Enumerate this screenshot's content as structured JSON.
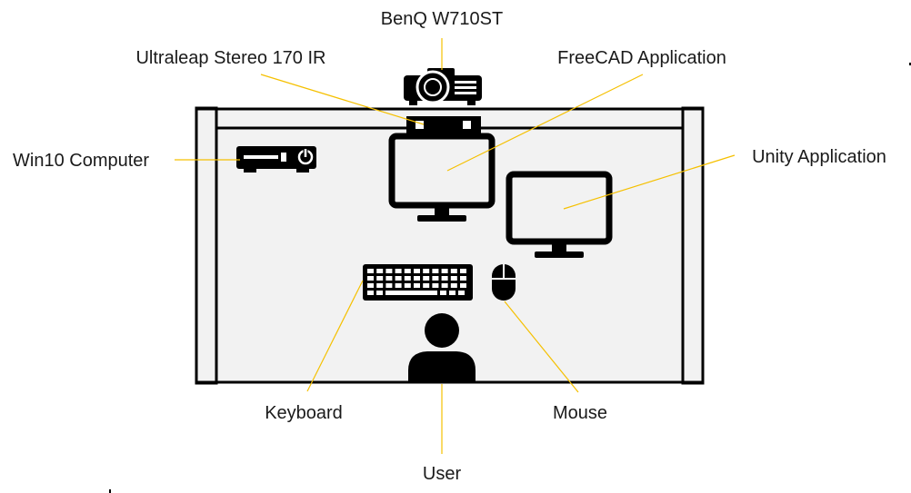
{
  "labels": {
    "projector": "BenQ W710ST",
    "sensor": "Ultraleap Stereo 170 IR",
    "freecad": "FreeCAD Application",
    "computer": "Win10 Computer",
    "unity": "Unity Application",
    "keyboard": "Keyboard",
    "mouse": "Mouse",
    "user": "User"
  },
  "colors": {
    "leader_line": "#f5c000",
    "icon": "#000000",
    "desk": "#f2f2f2",
    "text": "#1a1a1a"
  },
  "icons": {
    "projector": "projector-icon",
    "sensor": "sensor-icon",
    "computer": "computer-box-icon",
    "monitor_main": "monitor-icon",
    "monitor_secondary": "monitor-icon",
    "keyboard": "keyboard-icon",
    "mouse": "mouse-icon",
    "user": "user-icon"
  }
}
